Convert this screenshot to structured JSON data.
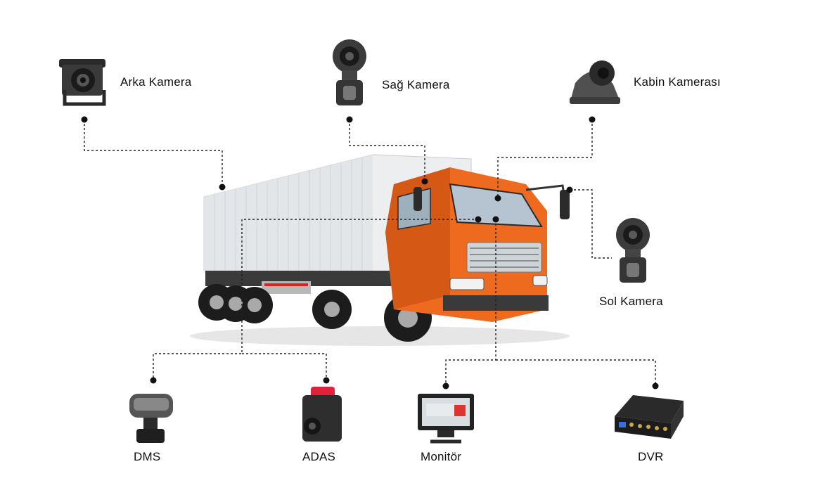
{
  "labels": {
    "arka_kamera": "Arka Kamera",
    "sag_kamera": "Sağ Kamera",
    "kabin_kamerasi": "Kabin Kamerası",
    "sol_kamera": "Sol Kamera",
    "dms": "DMS",
    "adas": "ADAS",
    "monitor": "Monitör",
    "dvr": "DVR"
  },
  "icons": {
    "arka_kamera": "rear-camera-icon",
    "sag_kamera": "side-camera-icon",
    "kabin_kamerasi": "dome-camera-icon",
    "sol_kamera": "side-camera-icon",
    "dms": "dms-camera-icon",
    "adas": "dashcam-icon",
    "monitor": "monitor-icon",
    "dvr": "dvr-box-icon",
    "truck": "box-truck-image"
  },
  "colors": {
    "truck_cab": "#ee6a1f",
    "truck_box": "#eceef0",
    "connector": "#222222"
  }
}
